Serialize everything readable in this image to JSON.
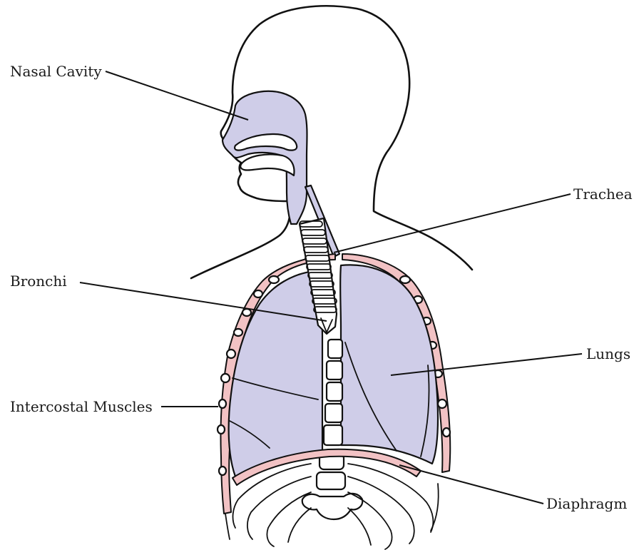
{
  "colors": {
    "airway_fill": "#cfcde8",
    "pleura_fill": "#f2c2c4",
    "outline": "#111111",
    "background": "#ffffff"
  },
  "labels": {
    "nasal_cavity": "Nasal Cavity",
    "trachea": "Trachea",
    "bronchi": "Bronchi",
    "lungs": "Lungs",
    "intercostal_muscles": "Intercostal Muscles",
    "diaphragm": "Diaphragm"
  }
}
